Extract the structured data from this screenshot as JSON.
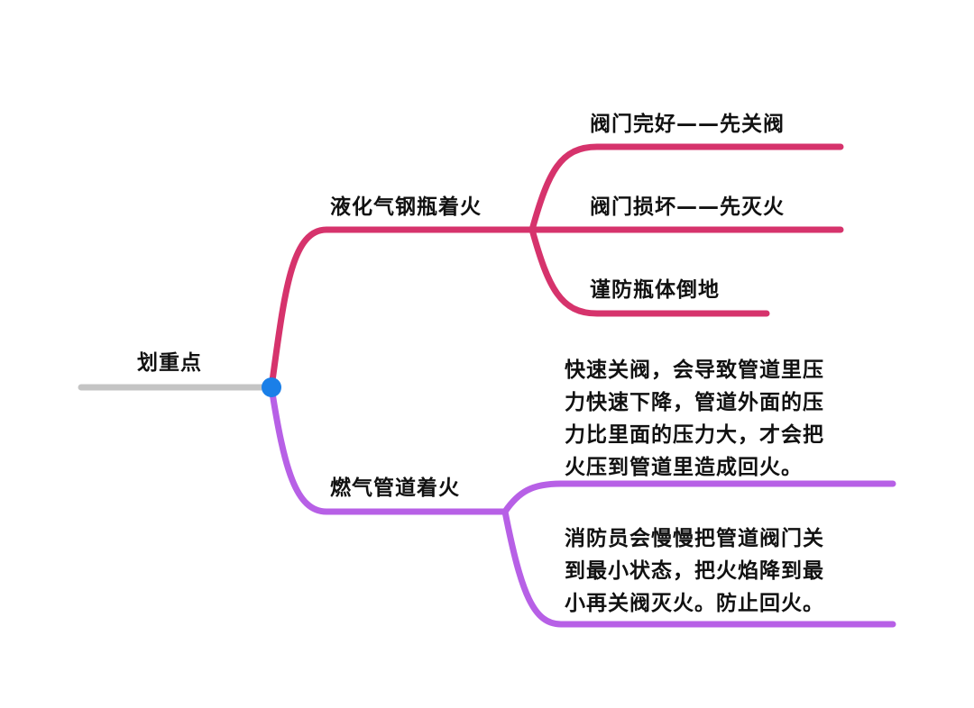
{
  "root": {
    "label": "划重点"
  },
  "colors": {
    "root_line": "#c4c4c4",
    "root_dot": "#1a7fe8",
    "branch1": "#d6336c",
    "branch2": "#b760e6"
  },
  "branches": [
    {
      "label": "液化气钢瓶着火",
      "children": [
        {
          "label": "阀门完好——先关阀"
        },
        {
          "label": "阀门损坏——先灭火"
        },
        {
          "label": "谨防瓶体倒地"
        }
      ]
    },
    {
      "label": "燃气管道着火",
      "children": [
        {
          "label": "快速关阀，会导致管道里压\n力快速下降，管道外面的压\n力比里面的压力大，才会把\n火压到管道里造成回火。"
        },
        {
          "label": "消防员会慢慢把管道阀门关\n到最小状态，把火焰降到最\n小再关阀灭火。防止回火。"
        }
      ]
    }
  ]
}
